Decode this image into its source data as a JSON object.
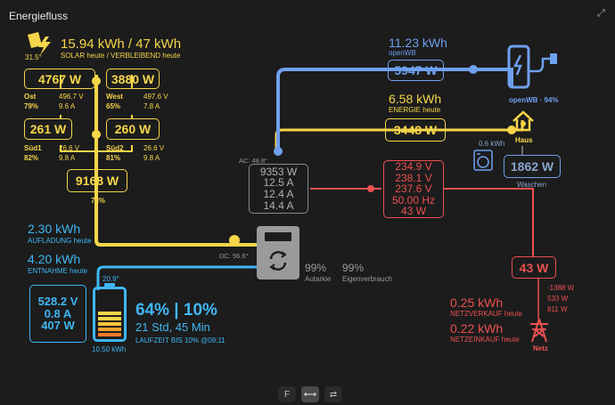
{
  "header": {
    "title": "Energiefluss",
    "expand_icon": "expand-icon"
  },
  "solar": {
    "angle": "31.5°",
    "kwh": "15.94 kWh / 47 kWh",
    "caption": "SOLAR heute / VERBLEIBEND heute",
    "panels": [
      {
        "power": "4767 W",
        "name": "Ost",
        "pct": "79%",
        "volt": "496.7 V",
        "amp": "9.6 A"
      },
      {
        "power": "3880 W",
        "name": "West",
        "pct": "65%",
        "volt": "497.6 V",
        "amp": "7.8 A"
      },
      {
        "power": "261 W",
        "name": "Süd1",
        "pct": "82%",
        "volt": "26.6 V",
        "amp": "9.8 A"
      },
      {
        "power": "260 W",
        "name": "Süd2",
        "pct": "81%",
        "volt": "26.6 V",
        "amp": "9.8 A"
      }
    ],
    "total": "9168 W",
    "total_pct": "73%"
  },
  "openwb": {
    "kwh": "11.23 kWh",
    "label": "openWB",
    "power": "5947 W",
    "status": "openWB · 94%"
  },
  "haus": {
    "kwh": "6.58 kWh",
    "caption": "ENERGIE heute",
    "power": "3448 W",
    "label": "Haus"
  },
  "waschen": {
    "kwh": "0.6 kWh",
    "power": "1862 W",
    "label": "Waschen"
  },
  "inverter": {
    "ac_label": "AC: 48.8°",
    "lines": [
      "9353 W",
      "12.5 A",
      "12.4 A",
      "14.4 A"
    ],
    "dc_label": "DC: 56.6°",
    "autarkie_value": "99%",
    "autarkie_label": "Autarkie",
    "eigen_value": "99%",
    "eigen_label": "Eigenverbrauch"
  },
  "grid_values": [
    "234.9 V",
    "238.1 V",
    "237.6 V",
    "50.00 Hz",
    "43 W"
  ],
  "netz": {
    "power": "43 W",
    "phases": [
      "-1388 W",
      "533 W",
      "811 W"
    ],
    "verkauf_kwh": "0.25 kWh",
    "verkauf_label": "NETZVERKAUF heute",
    "einkauf_kwh": "0.22 kWh",
    "einkauf_label": "NETZEINKAUF heute",
    "label": "Netz"
  },
  "battery": {
    "charge_kwh": "2.30 kWh",
    "charge_label": "AUFLADUNG heute",
    "discharge_kwh": "4.20 kWh",
    "discharge_label": "ENTNAHME heute",
    "stats": [
      "528.2 V",
      "0.8 A",
      "407 W"
    ],
    "temp": "20.9°",
    "capacity": "10.50 kWh",
    "soc_line": "64% | 10%",
    "runtime": "21 Std, 45 Min",
    "runtime_caption": "LAUFZEIT BIS 10% @09:11",
    "level": 0.64
  },
  "footer": {
    "buttons": [
      "F",
      "⟷",
      "⇄"
    ]
  },
  "colors": {
    "solar": "#f7d64a",
    "wallbox": "#6fa0ef",
    "battery": "#3fb7f4",
    "grid": "#ec5050",
    "neutral": "#8a8a8a"
  }
}
